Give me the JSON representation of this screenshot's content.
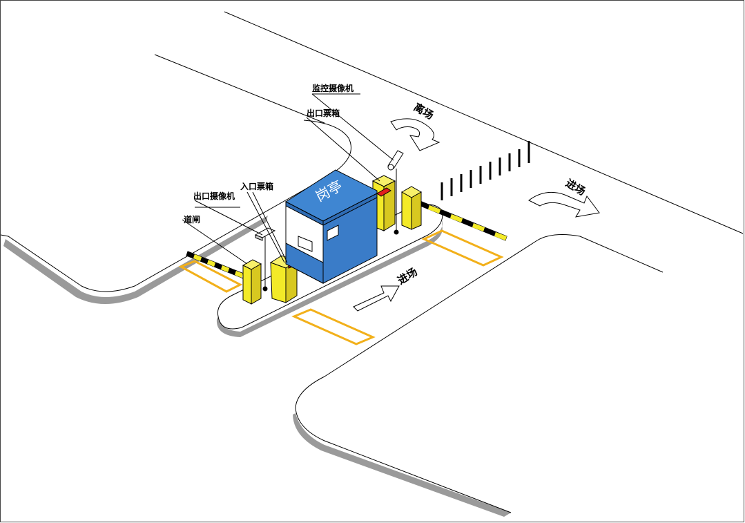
{
  "labels": {
    "monitor_camera": "监控摄像机",
    "exit_ticket_box": "出口票箱",
    "entry_ticket_box": "入口票箱",
    "exit_camera": "出口摄像机",
    "barrier_gate": "道闸",
    "booth": "岗亭",
    "leave": "离场",
    "enter_right": "进场",
    "enter_center": "进场"
  },
  "colors": {
    "line": "#000000",
    "curb_shadow": "#888888",
    "booth_blue": "#3a7cc8",
    "booth_roof": "#3f86d2",
    "equipment_yellow": "#f3ea28",
    "loop_orange": "#f2b01a",
    "indicator_red": "#e01e1e"
  }
}
